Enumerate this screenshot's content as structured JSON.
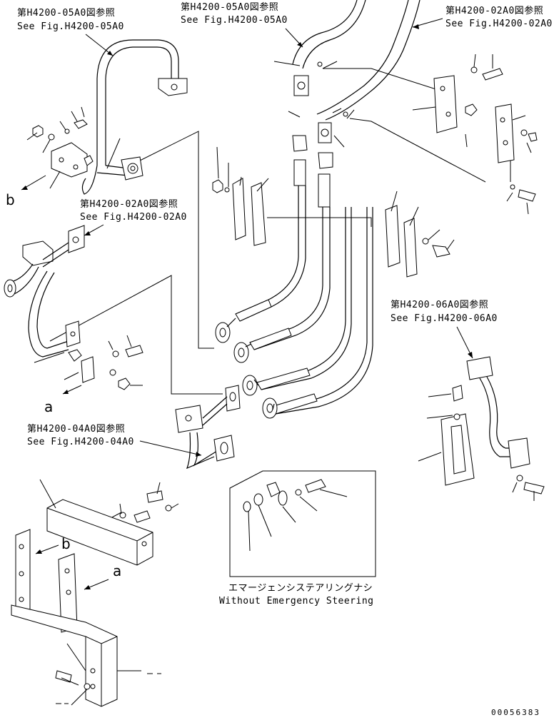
{
  "references": {
    "ref_05a0_left": {
      "jp": "第H4200-05A0図参照",
      "en": "See Fig.H4200-05A0"
    },
    "ref_05a0_top": {
      "jp": "第H4200-05A0図参照",
      "en": "See Fig.H4200-05A0"
    },
    "ref_02a0_top": {
      "jp": "第H4200-02A0図参照",
      "en": "See Fig.H4200-02A0"
    },
    "ref_02a0_mid": {
      "jp": "第H4200-02A0図参照",
      "en": "See Fig.H4200-02A0"
    },
    "ref_06a0": {
      "jp": "第H4200-06A0図参照",
      "en": "See Fig.H4200-06A0"
    },
    "ref_04a0": {
      "jp": "第H4200-04A0図参照",
      "en": "See Fig.H4200-04A0"
    }
  },
  "view_letters": {
    "a1": "a",
    "a2": "a",
    "b1": "b",
    "b2": "b"
  },
  "emergency_note": {
    "jp": "エマージェンシステアリングナシ",
    "en": "Without Emergency Steering"
  },
  "document_number": "00056383"
}
